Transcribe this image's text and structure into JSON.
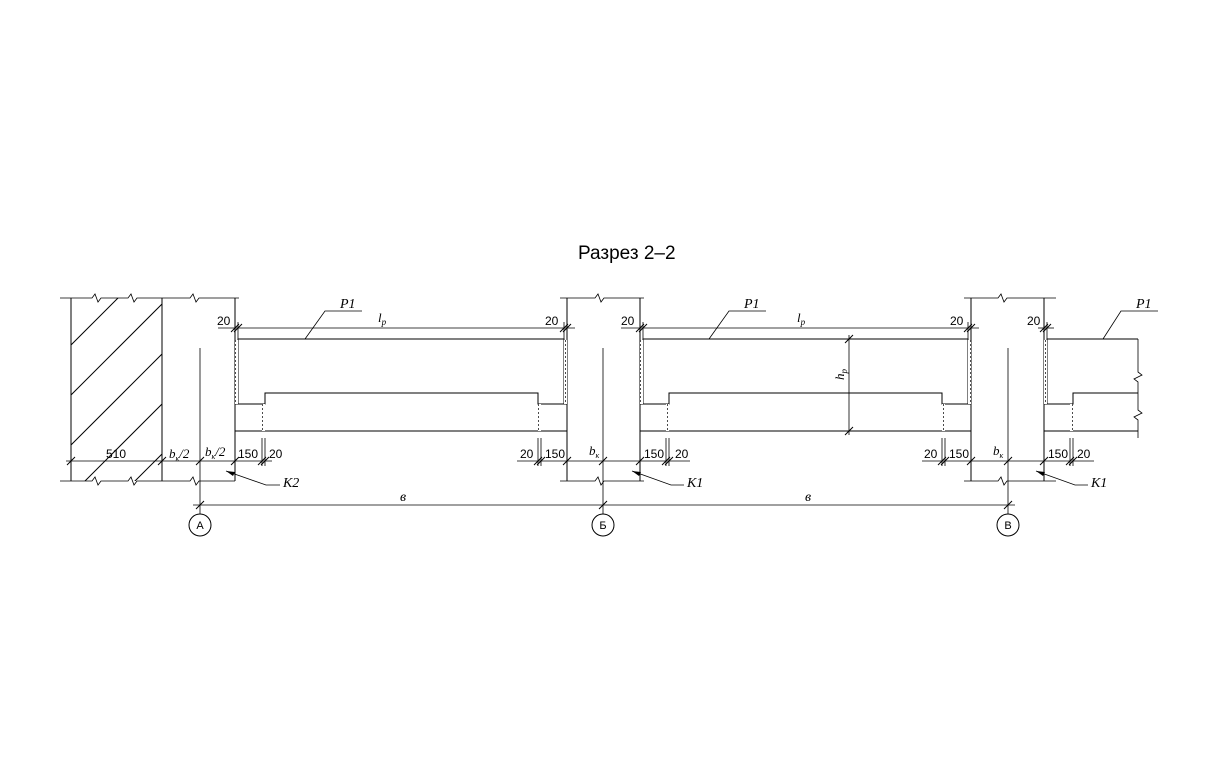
{
  "title": "Разрез 2–2",
  "beam_labels": [
    "Р1",
    "Р1",
    "Р1"
  ],
  "column_labels": [
    "К2",
    "К1",
    "К1"
  ],
  "axes": [
    "А",
    "Б",
    "В"
  ],
  "span_labels": [
    "в",
    "в"
  ],
  "span_length_symbol": "l",
  "span_length_sub": "р",
  "height_symbol": "h",
  "height_sub": "р",
  "bk_symbol": "b",
  "bk_sub": "к",
  "half_bk": "/2",
  "dims": {
    "gap": "20",
    "seat": "150",
    "wall": "510"
  }
}
